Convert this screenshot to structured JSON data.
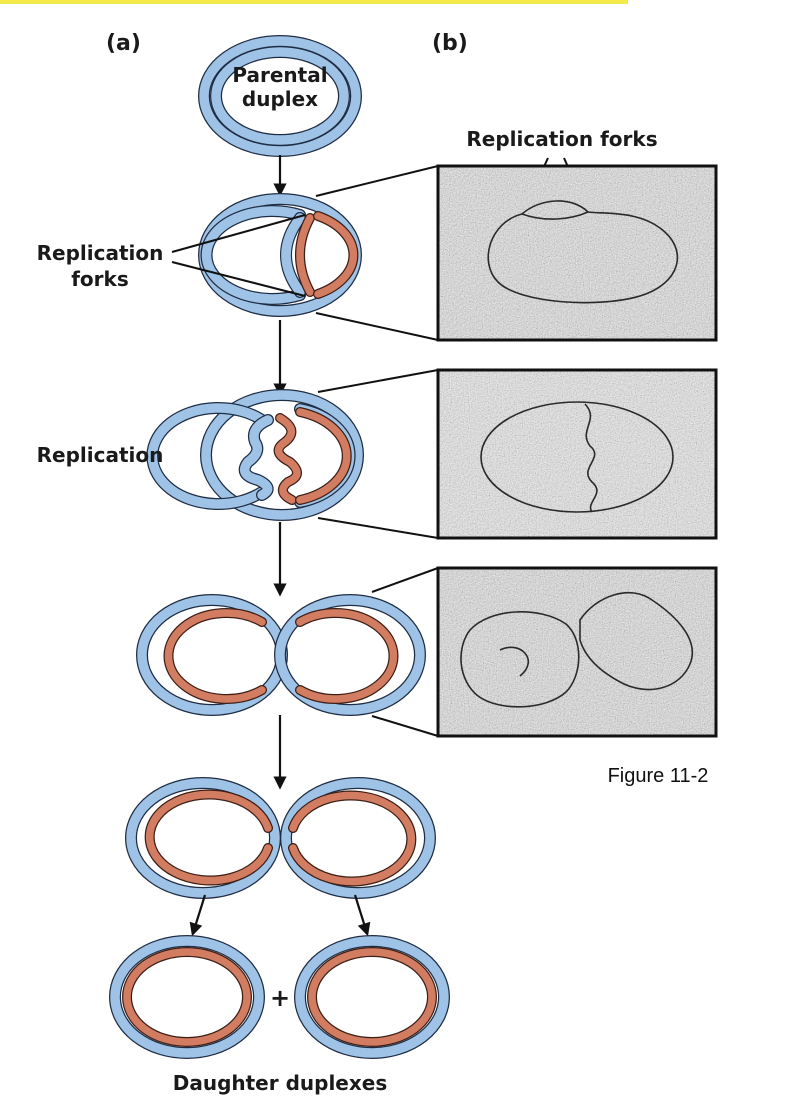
{
  "top_bar_color": "#f5e94a",
  "labels": {
    "panel_a": "(a)",
    "panel_b": "(b)",
    "parental_line1": "Parental",
    "parental_line2": "duplex",
    "forks_left_line1": "Replication",
    "forks_left_line2": "forks",
    "forks_right": "Replication forks",
    "replication": "Replication",
    "plus": "+",
    "daughter": "Daughter duplexes",
    "caption": "Figure 11-2"
  },
  "colors": {
    "parental_strand": "#9fc3e6",
    "new_strand": "#d27d62",
    "outline": "#1f2d44",
    "micrograph_bg": "#d6d6d6"
  }
}
